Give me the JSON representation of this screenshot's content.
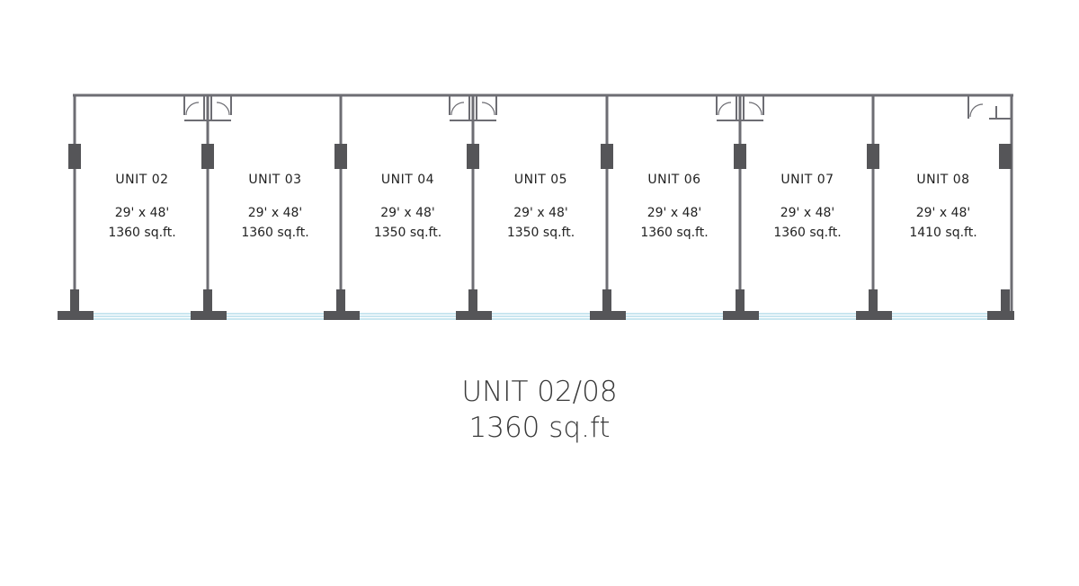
{
  "colors": {
    "wall": "#6d6d73",
    "column": "#555558",
    "glass": "#a9d7e6",
    "text": "#222222",
    "caption": "#3a3a3a"
  },
  "units": [
    {
      "name": "UNIT 02",
      "dims": "29' x 48'",
      "area": "1360 sq.ft."
    },
    {
      "name": "UNIT 03",
      "dims": "29' x 48'",
      "area": "1360 sq.ft."
    },
    {
      "name": "UNIT 04",
      "dims": "29' x 48'",
      "area": "1350 sq.ft."
    },
    {
      "name": "UNIT 05",
      "dims": "29' x 48'",
      "area": "1350 sq.ft."
    },
    {
      "name": "UNIT 06",
      "dims": "29' x 48'",
      "area": "1360 sq.ft."
    },
    {
      "name": "UNIT 07",
      "dims": "29' x 48'",
      "area": "1360 sq.ft."
    },
    {
      "name": "UNIT 08",
      "dims": "29' x 48'",
      "area": "1410 sq.ft."
    }
  ],
  "caption": {
    "title": "UNIT 02/08",
    "area": "1360 sq.ft"
  }
}
